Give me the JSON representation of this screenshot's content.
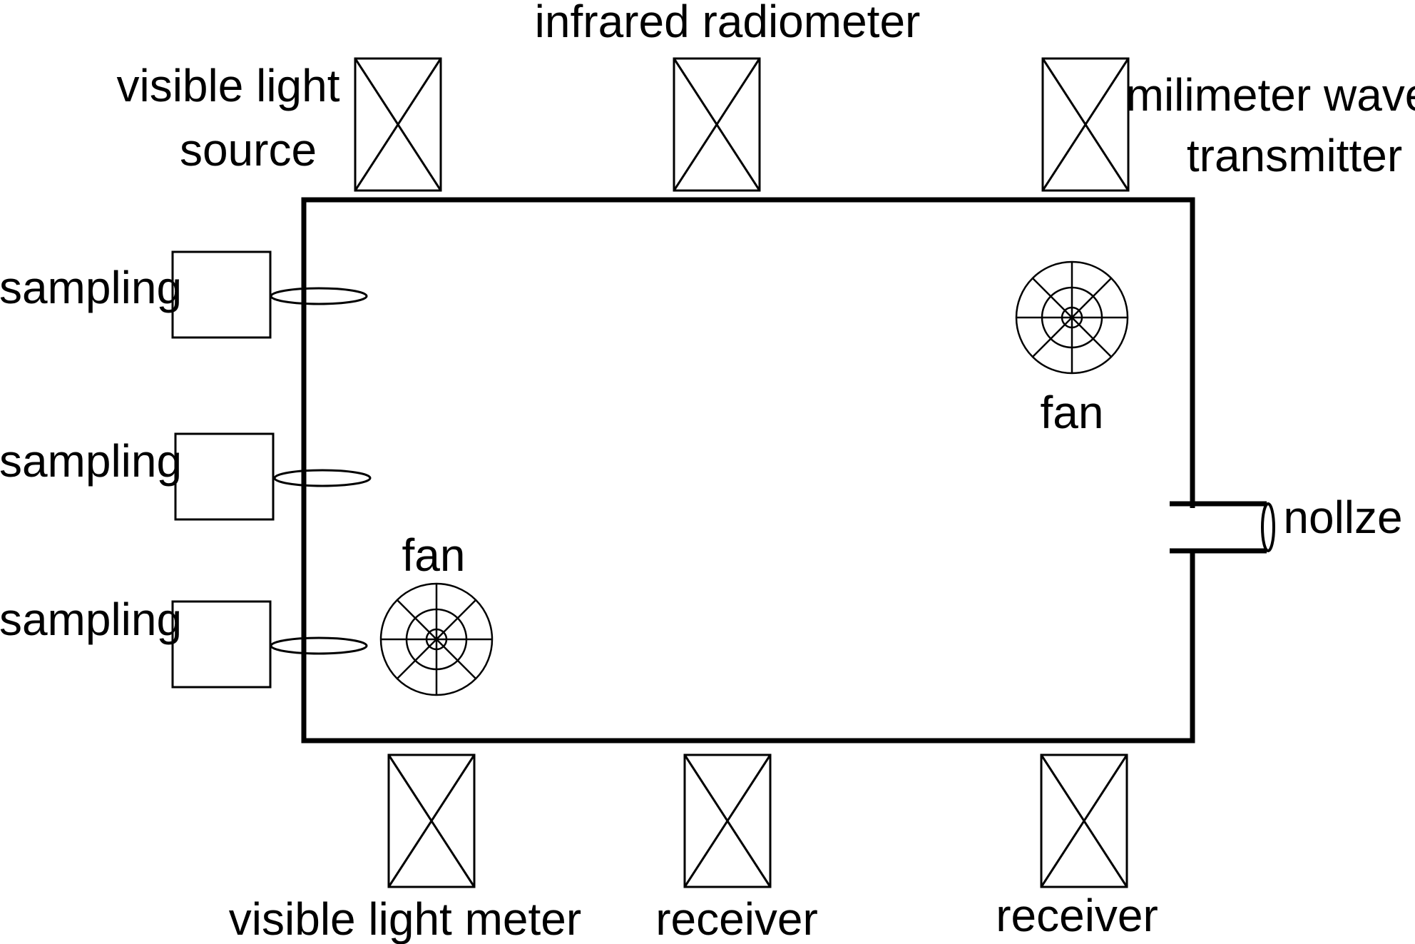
{
  "diagram": {
    "colors": {
      "line": "#000000",
      "background": "#ffffff"
    },
    "labels": {
      "infrared_radiometer": "infrared radiometer",
      "visible_light_source_line1": "visible light",
      "visible_light_source_line2": "source",
      "milimeter_wave_line1": "milimeter wave",
      "milimeter_wave_line2": "transmitter",
      "sampling_1": "sampling",
      "sampling_2": "sampling",
      "sampling_3": "sampling",
      "fan_top": "fan",
      "fan_bottom": "fan",
      "nozzle": "nollze",
      "visible_light_meter": "visible light meter",
      "receiver_1": "receiver",
      "receiver_2": "receiver"
    }
  }
}
